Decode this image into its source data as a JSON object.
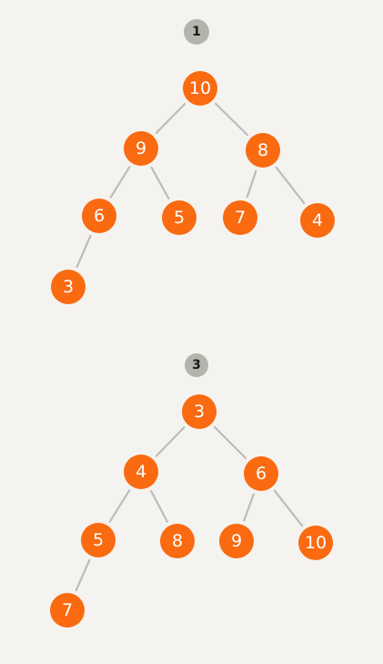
{
  "diagrams": [
    {
      "badge": "1",
      "nodes": [
        {
          "id": "a0",
          "label": "10"
        },
        {
          "id": "a1",
          "label": "9"
        },
        {
          "id": "a2",
          "label": "8"
        },
        {
          "id": "a3",
          "label": "6"
        },
        {
          "id": "a4",
          "label": "5"
        },
        {
          "id": "a5",
          "label": "7"
        },
        {
          "id": "a6",
          "label": "4"
        },
        {
          "id": "a7",
          "label": "3"
        }
      ],
      "edges": [
        [
          "a0",
          "a1"
        ],
        [
          "a0",
          "a2"
        ],
        [
          "a1",
          "a3"
        ],
        [
          "a1",
          "a4"
        ],
        [
          "a2",
          "a5"
        ],
        [
          "a2",
          "a6"
        ],
        [
          "a3",
          "a7"
        ]
      ]
    },
    {
      "badge": "3",
      "nodes": [
        {
          "id": "b0",
          "label": "3"
        },
        {
          "id": "b1",
          "label": "4"
        },
        {
          "id": "b2",
          "label": "6"
        },
        {
          "id": "b3",
          "label": "5"
        },
        {
          "id": "b4",
          "label": "8"
        },
        {
          "id": "b5",
          "label": "9"
        },
        {
          "id": "b6",
          "label": "10"
        },
        {
          "id": "b7",
          "label": "7"
        }
      ],
      "edges": [
        [
          "b0",
          "b1"
        ],
        [
          "b0",
          "b2"
        ],
        [
          "b1",
          "b3"
        ],
        [
          "b1",
          "b4"
        ],
        [
          "b2",
          "b5"
        ],
        [
          "b2",
          "b6"
        ],
        [
          "b3",
          "b7"
        ]
      ]
    }
  ],
  "colors": {
    "node_fill": "#f96a11",
    "edge": "#bcbcbc",
    "badge_fill": "#b4b4ac",
    "background": "#f5f3ef"
  }
}
